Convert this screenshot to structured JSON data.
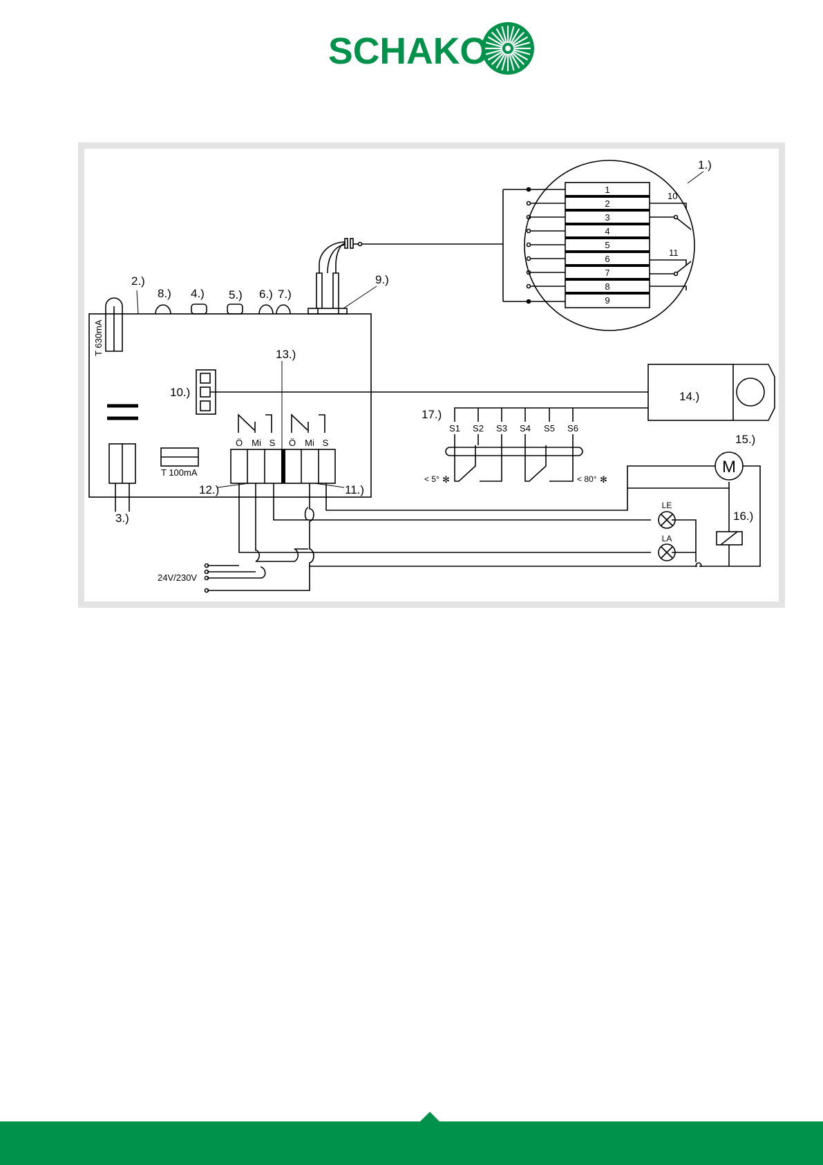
{
  "brand": {
    "name": "SCHAKO",
    "color": "#00924a",
    "logo_icon": "radial-sunburst-icon"
  },
  "diagram": {
    "callouts": {
      "c1": "1.)",
      "c2": "2.)",
      "c3": "3.)",
      "c4": "4.)",
      "c5": "5.)",
      "c6": "6.)",
      "c7": "7.)",
      "c8": "8.)",
      "c9": "9.)",
      "c10": "10.)",
      "c11": "11.)",
      "c12": "12.)",
      "c13": "13.)",
      "c14": "14.)",
      "c15": "15.)",
      "c16": "16.)",
      "c17": "17.)"
    },
    "fuse_main": "T 630mA",
    "fuse_small": "T 100mA",
    "terminal_pins": [
      "1",
      "2",
      "3",
      "4",
      "5",
      "6",
      "7",
      "8",
      "9"
    ],
    "switch_labels": {
      "s10": "10",
      "s11": "11"
    },
    "relay_terminals": [
      "Ö",
      "Mi",
      "S",
      "Ö",
      "Mi",
      "S"
    ],
    "sensor_terminals": [
      "S1",
      "S2",
      "S3",
      "S4",
      "S5",
      "S6"
    ],
    "temp_low": "< 5°",
    "temp_high": "< 80°",
    "lamp_le": "LE",
    "lamp_la": "LA",
    "motor": "M",
    "supply": "24V/230V"
  }
}
